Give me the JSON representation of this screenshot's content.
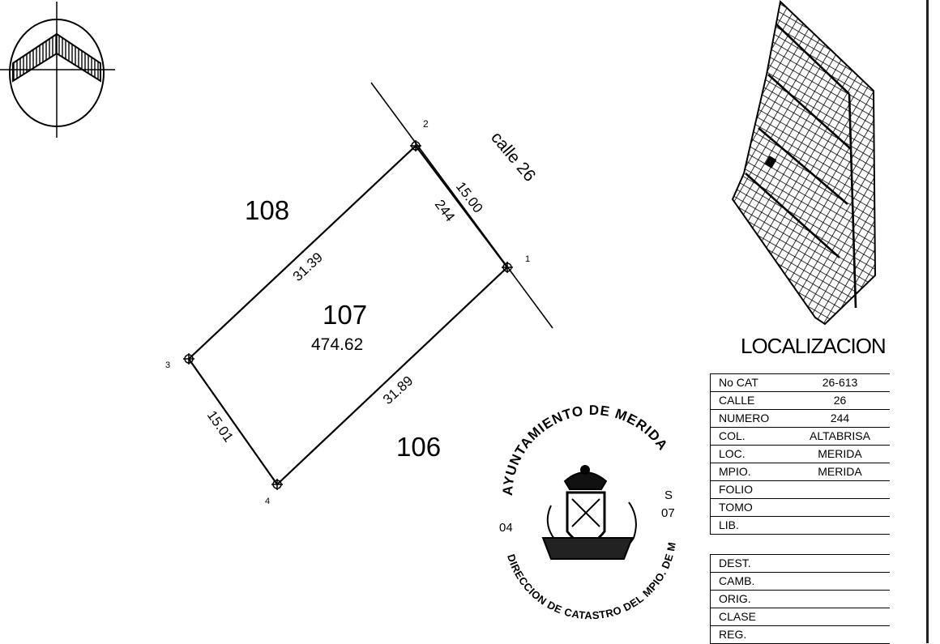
{
  "plan": {
    "lots": {
      "north": "108",
      "subject": "107",
      "south": "106"
    },
    "area": "474.62",
    "street": "calle 26",
    "street_number": "244",
    "vertices": [
      "1",
      "2",
      "3",
      "4"
    ],
    "sides": {
      "v1_v2": "15.00",
      "v2_v3": "31.39",
      "v3_v4": "15.01",
      "v4_v1": "31.89"
    }
  },
  "location": {
    "title": "LOCALIZACION"
  },
  "seal": {
    "top_text": "AYUNTAMIENTO DE MERIDA",
    "bottom_text": "DIRECCION DE CATASTRO DEL MPIO. DE MERIDA",
    "left_num": "04",
    "right_letter": "S",
    "right_num": "07"
  },
  "table": {
    "rows": [
      {
        "key": "No CAT",
        "value": "26-613"
      },
      {
        "key": "CALLE",
        "value": "26"
      },
      {
        "key": "NUMERO",
        "value": "244"
      },
      {
        "key": "COL.",
        "value": "ALTABRISA"
      },
      {
        "key": "LOC.",
        "value": "MERIDA"
      },
      {
        "key": "MPIO.",
        "value": "MERIDA"
      },
      {
        "key": "FOLIO",
        "value": ""
      },
      {
        "key": "TOMO",
        "value": ""
      },
      {
        "key": "LIB.",
        "value": ""
      }
    ],
    "rows2": [
      {
        "key": "DEST.",
        "value": ""
      },
      {
        "key": "CAMB.",
        "value": ""
      },
      {
        "key": "ORIG.",
        "value": ""
      },
      {
        "key": "CLASE",
        "value": ""
      },
      {
        "key": "REG.",
        "value": ""
      }
    ]
  },
  "icons": {
    "north_arrow": "north-arrow-icon",
    "coat_of_arms": "coat-of-arms-icon"
  }
}
